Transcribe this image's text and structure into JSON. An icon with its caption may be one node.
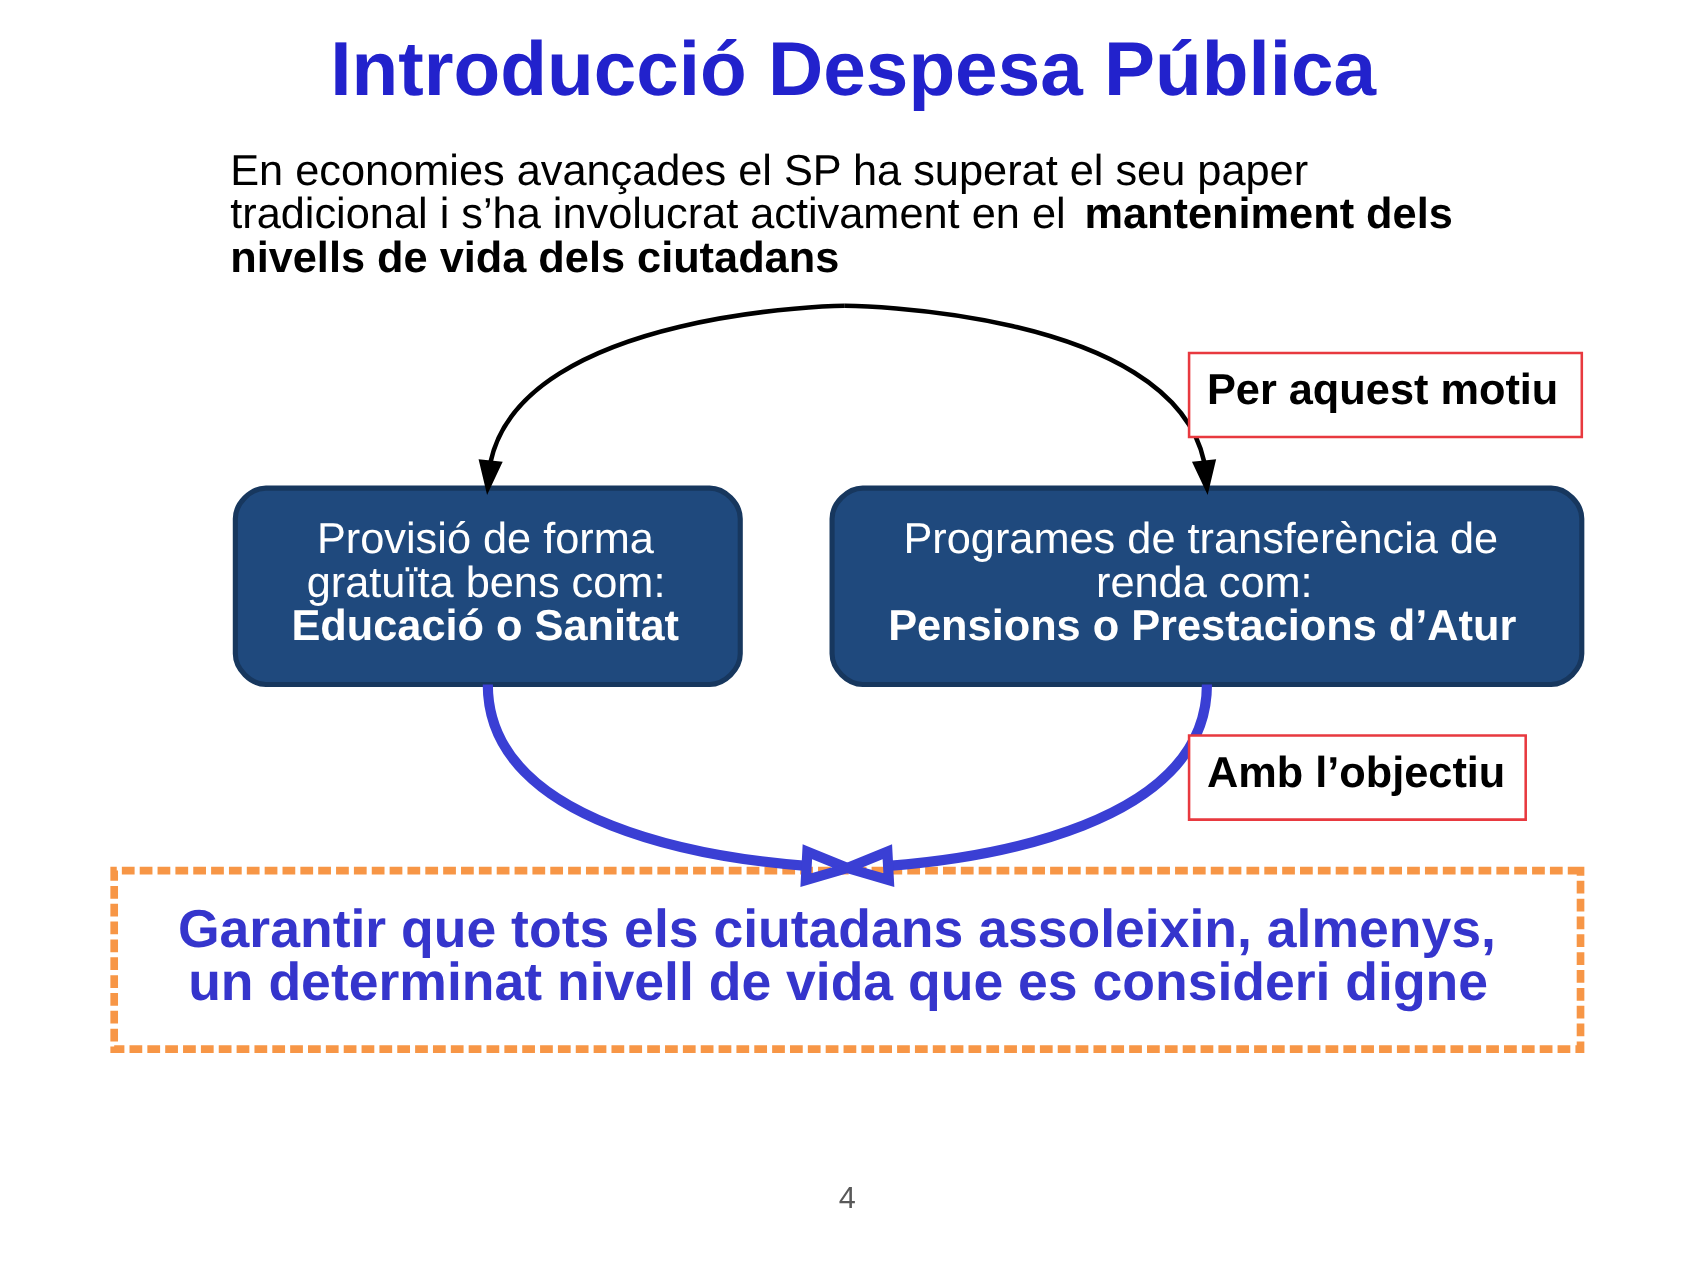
{
  "diagram": {
    "title": "Introducció Despesa Pública",
    "nodes": [
      {
        "text": [
          "En economies avançades el SP ha superat el seu paper tradicional i s’ha involucrat activament en el **manteniment dels nivells de vida dels ciutadans**"
        ]
      },
      {
        "text": [
          "Provisió de forma gratuïta bens com:",
          "Educació o Sanitat"
        ]
      },
      {
        "text": [
          "Programes de transferència de renda com:",
          "Pensions o Prestacions d’Atur"
        ]
      },
      {
        "text": [
          "Garantir que tots els ciutadans assoleixin, almenys, un determinat nivell de vida que es consideri digne"
        ]
      }
    ],
    "edges": [
      {
        "from": 0,
        "to": 1,
        "arrow": "to"
      },
      {
        "from": 0,
        "to": 2,
        "arrow": "to",
        "label": "Per aquest motiu"
      },
      {
        "from": 1,
        "to": 3,
        "arrow": "to",
        "style": "thick",
        "color": "#3a3fd4"
      },
      {
        "from": 2,
        "to": 3,
        "arrow": "to",
        "style": "thick",
        "color": "#3a3fd4",
        "label": "Amb l’objectiu"
      }
    ],
    "labels": [
      "4"
    ]
  }
}
